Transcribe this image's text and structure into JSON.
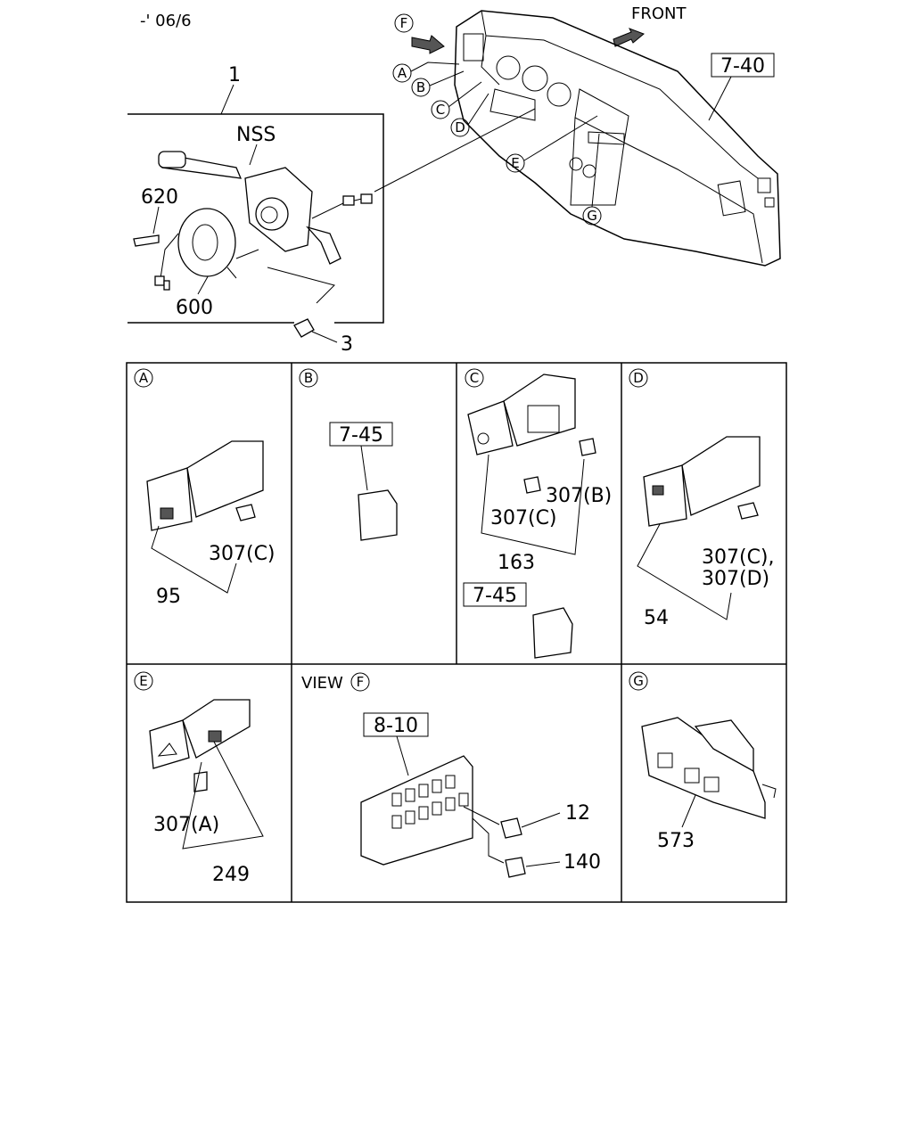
{
  "header": {
    "date_code": "-' 06/6",
    "front_label": "FRONT"
  },
  "overview": {
    "callout_7_40": "7-40",
    "item_1": "1",
    "item_nss": "NSS",
    "item_620": "620",
    "item_600": "600",
    "item_3": "3",
    "markers": [
      "F",
      "A",
      "B",
      "C",
      "D",
      "E",
      "G"
    ]
  },
  "panels": {
    "a": {
      "letter": "A",
      "bolt": "307(C)",
      "part": "95"
    },
    "b": {
      "letter": "B",
      "ref": "7-45"
    },
    "c": {
      "letter": "C",
      "bolt_b": "307(B)",
      "bolt_c": "307(C)",
      "part": "163",
      "ref": "7-45"
    },
    "d": {
      "letter": "D",
      "bolt_1": "307(C),",
      "bolt_2": "307(D)",
      "part": "54"
    },
    "e": {
      "letter": "E",
      "bolt": "307(A)",
      "part": "249"
    },
    "f": {
      "view_text": "VIEW",
      "letter": "F",
      "ref": "8-10",
      "part_12": "12",
      "part_140": "140"
    },
    "g": {
      "letter": "G",
      "part": "573"
    }
  }
}
